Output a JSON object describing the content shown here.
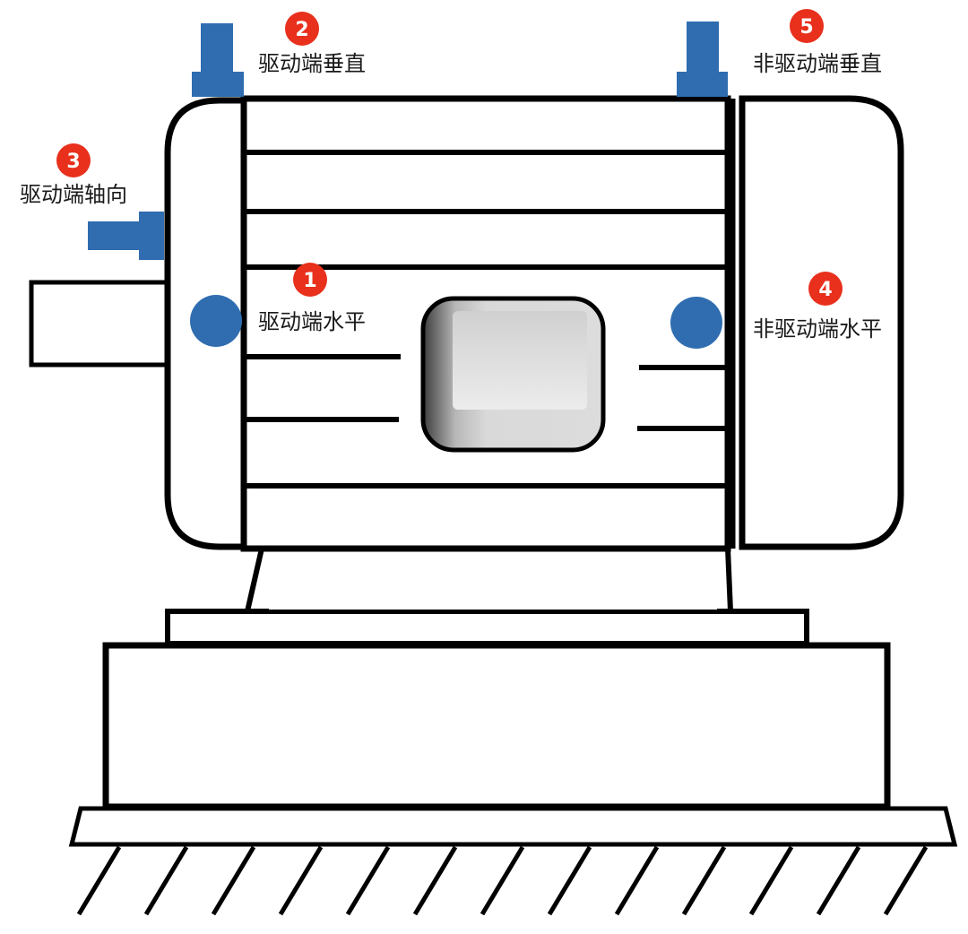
{
  "colors": {
    "line": "#000000",
    "sensor": "#2f6db0",
    "badge": "#e8301c",
    "label": "#1a1a1a"
  },
  "points": [
    {
      "id": "p1",
      "number": "1",
      "label": "驱动端水平",
      "sensor_icon": "round-sensor-icon"
    },
    {
      "id": "p2",
      "number": "2",
      "label": "驱动端垂直",
      "sensor_icon": "vertical-sensor-icon"
    },
    {
      "id": "p3",
      "number": "3",
      "label": "驱动端轴向",
      "sensor_icon": "axial-sensor-icon"
    },
    {
      "id": "p4",
      "number": "4",
      "label": "非驱动端水平",
      "sensor_icon": "round-sensor-icon"
    },
    {
      "id": "p5",
      "number": "5",
      "label": "非驱动端垂直",
      "sensor_icon": "vertical-sensor-icon"
    }
  ]
}
